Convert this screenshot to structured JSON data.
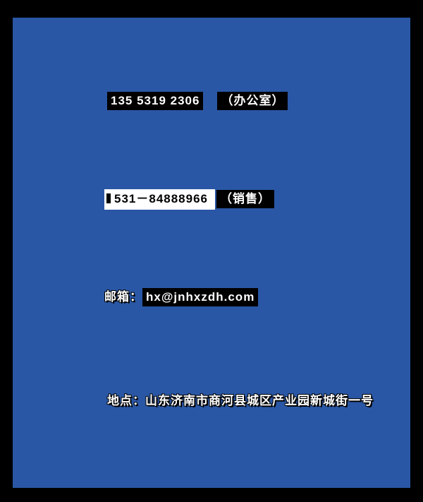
{
  "colors": {
    "frame": "#000000",
    "background": "#2a57a5",
    "text": "#ffffff",
    "highlight_bg": "#000000",
    "inverse_bg": "#ffffff"
  },
  "contact": {
    "office": {
      "phone": "135 5319 2306",
      "label": "（办公室）"
    },
    "sales": {
      "phone": "531－84888966",
      "label": "（销售）"
    },
    "email": {
      "prefix": "邮箱：",
      "address": "hx@jnhxzdh.com"
    },
    "location": {
      "text": "地点：山东济南市商河县城区产业园新城街一号"
    }
  }
}
